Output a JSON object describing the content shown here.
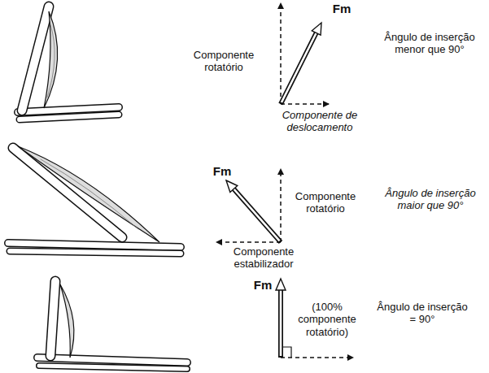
{
  "diagram": {
    "labels": [
      "Fm",
      "Componente rotatório",
      "Componente de deslocamento",
      "Ângulo de inserção menor que 90°",
      "Fm",
      "Componente rotatório",
      "Ângulo de inserção maior que 90°",
      "Componente estabilizador",
      "Fm",
      "(100% componente rotatório)",
      "Ângulo de inserção = 90°"
    ]
  }
}
